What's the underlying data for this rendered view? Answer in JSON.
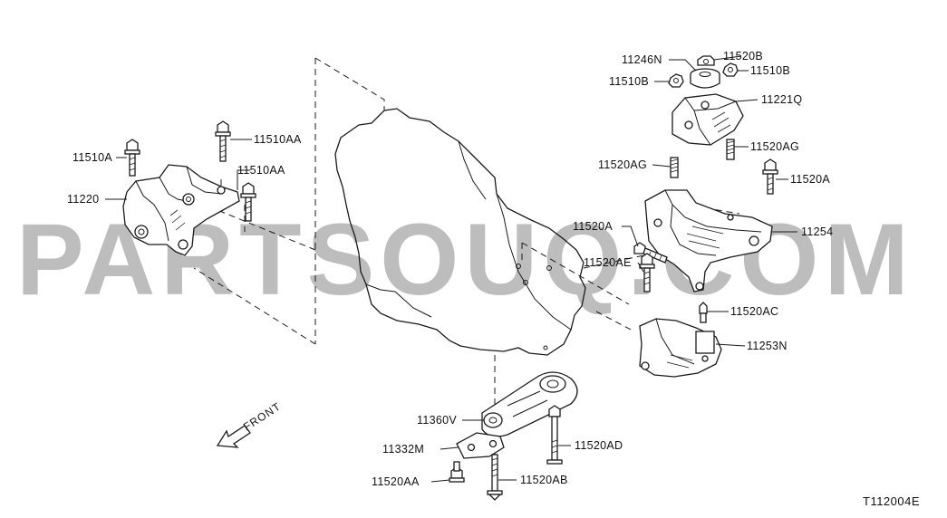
{
  "diagram": {
    "colors": {
      "line": "#1a1a1a",
      "background": "#ffffff",
      "watermark": "#bdbdbd"
    },
    "watermark": "PARTSOUQ.COM",
    "front_indicator": "FRONT",
    "reference_code": "T112004E",
    "labels": {
      "p11246N": "11246N",
      "p11520B": "11520B",
      "p11510B_r": "11510B",
      "p11510B_l": "11510B",
      "p11221Q": "11221Q",
      "p11520AG_r": "11520AG",
      "p11520AG_l": "11520AG",
      "p11520A_r": "11520A",
      "p11520A_l": "11520A",
      "p11254": "11254",
      "p11520AE": "11520AE",
      "p11520AC": "11520AC",
      "p11253N": "11253N",
      "p11510AA_top": "11510AA",
      "p11510AA_mid": "11510AA",
      "p11510A": "11510A",
      "p11220": "11220",
      "p11360V": "11360V",
      "p11332M": "11332M",
      "p11520AD": "11520AD",
      "p11520AA": "11520AA",
      "p11520AB": "11520AB"
    }
  }
}
